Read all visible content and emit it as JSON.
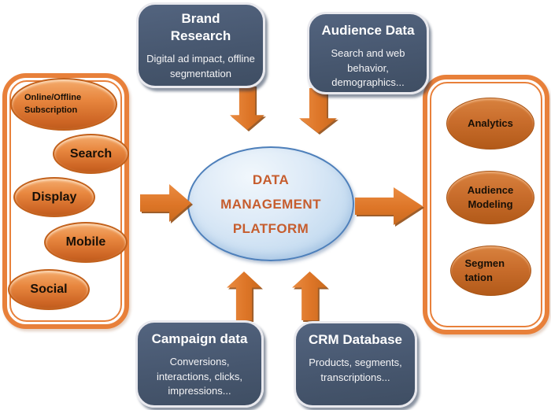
{
  "colors": {
    "accent_orange": "#E8803A",
    "arrow_orange": "#DD7527",
    "arrow_edge_dark": "#924D14",
    "box_slate": "#47576F",
    "box_border_white": "#E9E9EE",
    "panel_border": "#E8803A",
    "left_ellipse_light": "#F4AB6C",
    "left_ellipse_dark": "#C05C1C",
    "right_ellipse_light": "#D8823F",
    "right_ellipse_dark": "#B25A19",
    "center_fill_light": "#F1F7FC",
    "center_fill_dark": "#B5D1EA",
    "center_border": "#4D7FBA",
    "center_text": "#C65D2E",
    "ellipse_text": "#181007",
    "box_text": "#FFFFFF"
  },
  "center_ellipse": {
    "line1": "DATA",
    "line2": "MANAGEMENT",
    "line3": "PLATFORM"
  },
  "sources_top": {
    "brand_research": {
      "title": "Brand Research",
      "body": "Digital ad impact, offline segmentation"
    },
    "audience_data": {
      "title": "Audience Data",
      "body": "Search and web behavior, demographics..."
    }
  },
  "sources_bottom": {
    "campaign_data": {
      "title": "Campaign data",
      "body": "Conversions, interactions, clicks, impressions..."
    },
    "crm_database": {
      "title": "CRM Database",
      "body": "Products, segments, transcriptions..."
    }
  },
  "input_channels": {
    "items": [
      "Online/Offline Subscription",
      "Search",
      "Display",
      "Mobile",
      "Social"
    ]
  },
  "outputs": {
    "items": [
      "Analytics",
      "Audience Modeling",
      "Segmen tation"
    ]
  },
  "arrows": [
    "inputs-to-platform",
    "platform-to-outputs",
    "brand-research-to-platform",
    "audience-data-to-platform",
    "campaign-data-to-platform",
    "crm-database-to-platform"
  ]
}
